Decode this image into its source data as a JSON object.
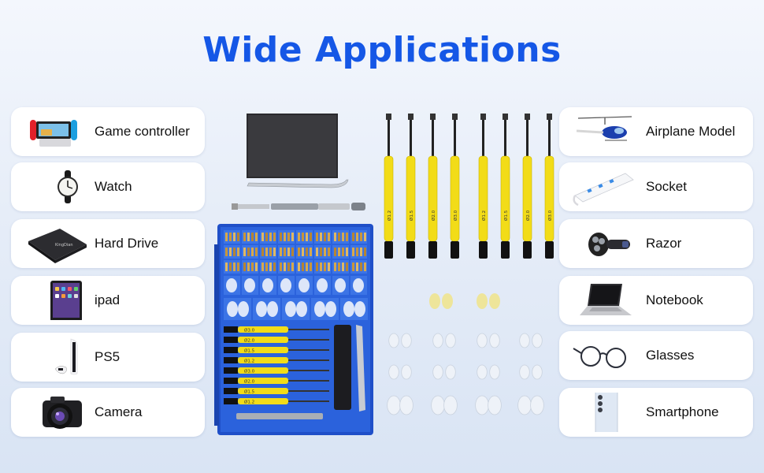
{
  "headline": "Wide Applications",
  "left_items": [
    {
      "label": "Game controller",
      "icon": "game-console-icon"
    },
    {
      "label": "Watch",
      "icon": "watch-icon"
    },
    {
      "label": "Hard Drive",
      "icon": "hard-drive-icon"
    },
    {
      "label": "ipad",
      "icon": "tablet-icon"
    },
    {
      "label": "PS5",
      "icon": "ps5-console-icon"
    },
    {
      "label": "Camera",
      "icon": "camera-icon"
    }
  ],
  "right_items": [
    {
      "label": "Airplane Model",
      "icon": "helicopter-icon"
    },
    {
      "label": "Socket",
      "icon": "power-strip-icon"
    },
    {
      "label": "Razor",
      "icon": "razor-icon"
    },
    {
      "label": "Notebook",
      "icon": "laptop-icon"
    },
    {
      "label": "Glasses",
      "icon": "glasses-icon"
    },
    {
      "label": "Smartphone",
      "icon": "smartphone-icon"
    }
  ],
  "colors": {
    "headline": "#1557e6",
    "case_blue": "#1f4fc8",
    "driver_yellow": "#f2dc18",
    "card_bg": "#ffffff"
  },
  "kit": {
    "large_drivers": [
      "Ø1.2",
      "Ø1.5",
      "Ø2.0",
      "Ø3.0",
      "Ø1.2",
      "Ø1.5",
      "Ø2.0",
      "Ø3.0"
    ],
    "case_drivers": [
      "Ø3.0",
      "Ø2.0",
      "Ø1.5",
      "Ø1.2",
      "Ø3.0",
      "Ø2.0",
      "Ø1.5",
      "Ø1.2"
    ]
  }
}
